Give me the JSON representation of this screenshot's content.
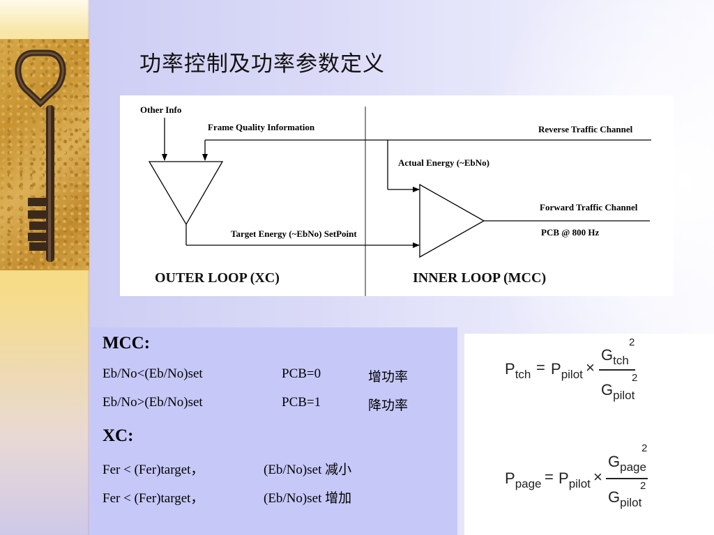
{
  "title": "功率控制及功率参数定义",
  "diagram": {
    "other_info": "Other Info",
    "frame_quality": "Frame Quality Information",
    "reverse_channel": "Reverse Traffic Channel",
    "actual_energy": "Actual Energy (~EbNo)",
    "forward_channel": "Forward Traffic Channel",
    "target_energy": "Target Energy (~EbNo) SetPoint",
    "pcb_rate": "PCB @ 800 Hz",
    "outer_loop": "OUTER LOOP (XC)",
    "inner_loop": "INNER LOOP (MCC)"
  },
  "rules": {
    "mcc_heading": "MCC:",
    "mcc_rows": [
      {
        "condition": "Eb/No<(Eb/No)set",
        "pcb": "PCB=0",
        "action": "增功率"
      },
      {
        "condition": "Eb/No>(Eb/No)set",
        "pcb": "PCB=1",
        "action": "降功率"
      }
    ],
    "xc_heading": "XC:",
    "xc_rows": [
      {
        "condition": "Fer < (Fer)target，",
        "action": "(Eb/No)set 减小"
      },
      {
        "condition": "Fer < (Fer)target，",
        "action": "(Eb/No)set 增加"
      }
    ]
  },
  "formulas": {
    "f1": {
      "lhs": "P",
      "lhs_sub": "tch",
      "eq": "=",
      "p": "P",
      "p_sub": "pilot",
      "times": "×",
      "num": "G",
      "num_sub": "tch",
      "num_sup": "2",
      "den": "G",
      "den_sub": "pilot",
      "den_sup": "2"
    },
    "f2": {
      "lhs": "P",
      "lhs_sub": "page",
      "eq": "=",
      "p": "P",
      "p_sub": "pilot",
      "times": "×",
      "num": "G",
      "num_sub": "page",
      "num_sup": "2",
      "den": "G",
      "den_sub": "pilot",
      "den_sup": "2"
    }
  }
}
